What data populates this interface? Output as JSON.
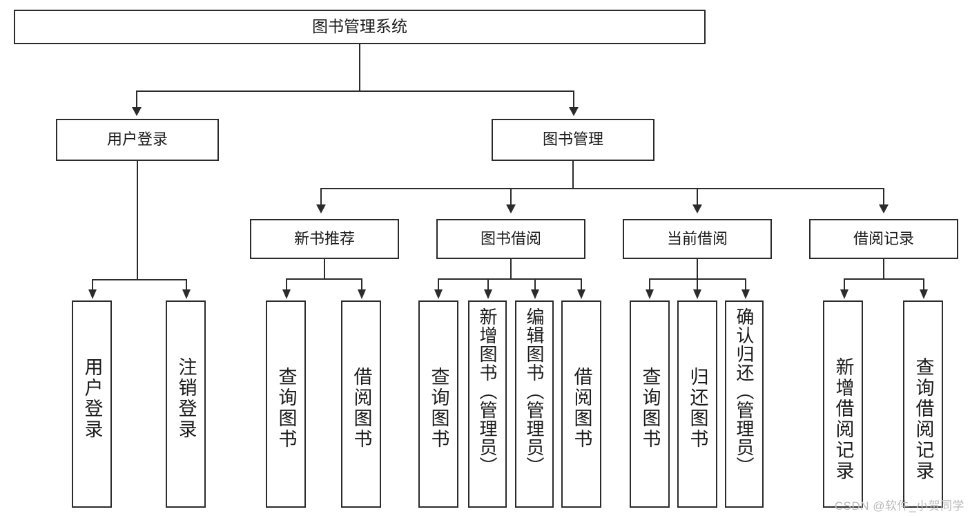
{
  "diagram": {
    "type": "tree",
    "title": "图书管理系统",
    "levels": 4,
    "root": {
      "label": "图书管理系统"
    },
    "level2": [
      {
        "label": "用户登录"
      },
      {
        "label": "图书管理"
      }
    ],
    "level3": [
      {
        "label": "新书推荐"
      },
      {
        "label": "图书借阅"
      },
      {
        "label": "当前借阅"
      },
      {
        "label": "借阅记录"
      }
    ],
    "leaves": {
      "user_login": [
        {
          "label": "用户登录"
        },
        {
          "label": "注销登录"
        }
      ],
      "new_book_recommend": [
        {
          "label": "查询图书"
        },
        {
          "label": "借阅图书"
        }
      ],
      "book_borrow": [
        {
          "label": "查询图书"
        },
        {
          "label": "新增图书（管理员）"
        },
        {
          "label": "编辑图书（管理员）"
        },
        {
          "label": "借阅图书"
        }
      ],
      "current_borrow": [
        {
          "label": "查询图书"
        },
        {
          "label": "归还图书"
        },
        {
          "label": "确认归还（管理员）"
        }
      ],
      "borrow_record": [
        {
          "label": "新增借阅记录"
        },
        {
          "label": "查询借阅记录"
        }
      ]
    }
  },
  "watermark": {
    "text": "CSDN @软件_小贺同学"
  },
  "colors": {
    "border": "#2b2b2b",
    "background": "#ffffff",
    "text": "#1b1b1b",
    "watermark": "#b9b9b9"
  }
}
